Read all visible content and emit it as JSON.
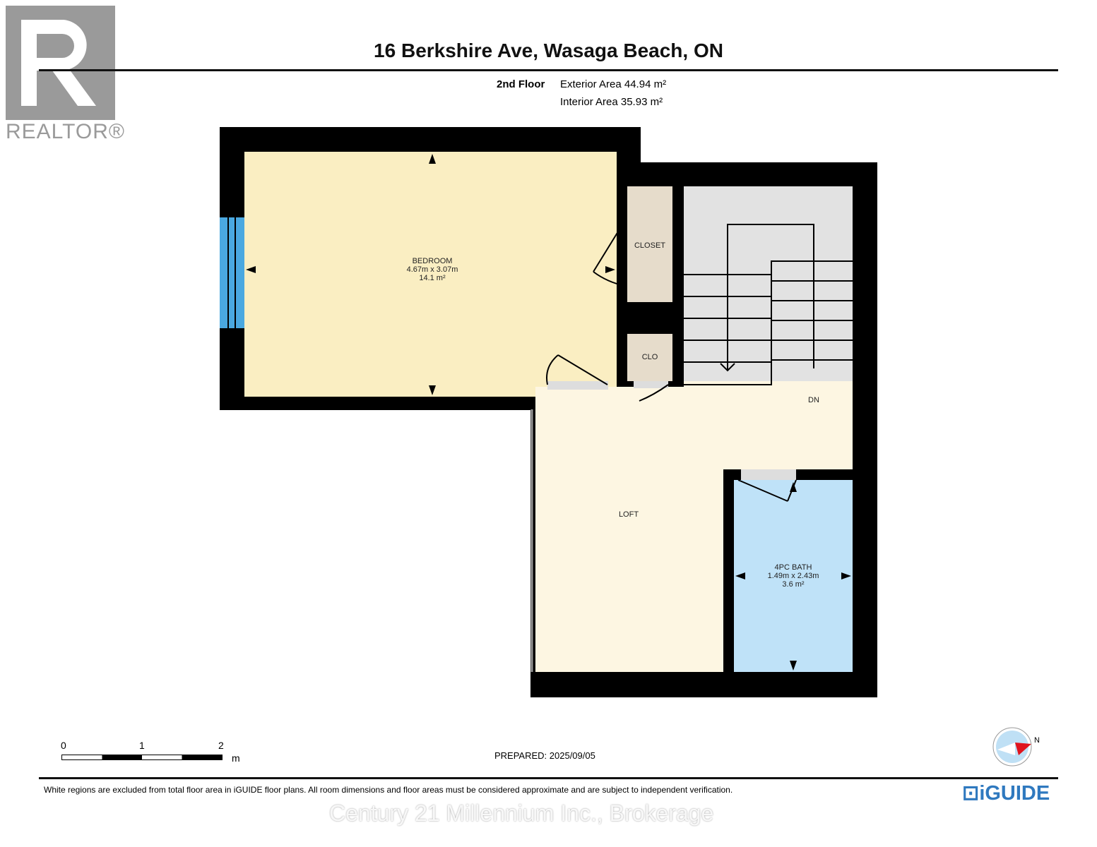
{
  "header": {
    "title": "16 Berkshire Ave, Wasaga Beach, ON",
    "floor": "2nd Floor",
    "exterior_area": "Exterior Area 44.94 m²",
    "interior_area": "Interior Area 35.93 m²"
  },
  "rooms": {
    "bedroom": {
      "name": "BEDROOM",
      "dims": "4.67m x 3.07m",
      "area": "14.1 m²"
    },
    "closet": {
      "name": "CLOSET"
    },
    "clo": {
      "name": "CLO"
    },
    "dn": {
      "name": "DN"
    },
    "loft": {
      "name": "LOFT"
    },
    "bath": {
      "name": "4PC BATH",
      "dims": "1.49m x 2.43m",
      "area": "3.6 m²"
    }
  },
  "scale": {
    "ticks": [
      "0",
      "1",
      "2"
    ],
    "unit": "m"
  },
  "prepared": "PREPARED: 2025/09/05",
  "compass": {
    "label": "N"
  },
  "footer": {
    "disclaimer": "White regions are excluded from total floor area in iGUIDE floor plans. All room dimensions and floor areas must be considered approximate and are subject to independent verification.",
    "brand": "iGUIDE",
    "watermark": "Century 21 Millennium Inc., Brokerage"
  },
  "logo": {
    "text": "REALTOR®"
  },
  "colors": {
    "wall": "#000000",
    "bedroom": "#faeec2",
    "loft": "#fdf6e2",
    "bath": "#bfe2f8",
    "stairs": "#e2e2e2",
    "closet": "#e6dccb",
    "window": "#4aa8e0"
  }
}
